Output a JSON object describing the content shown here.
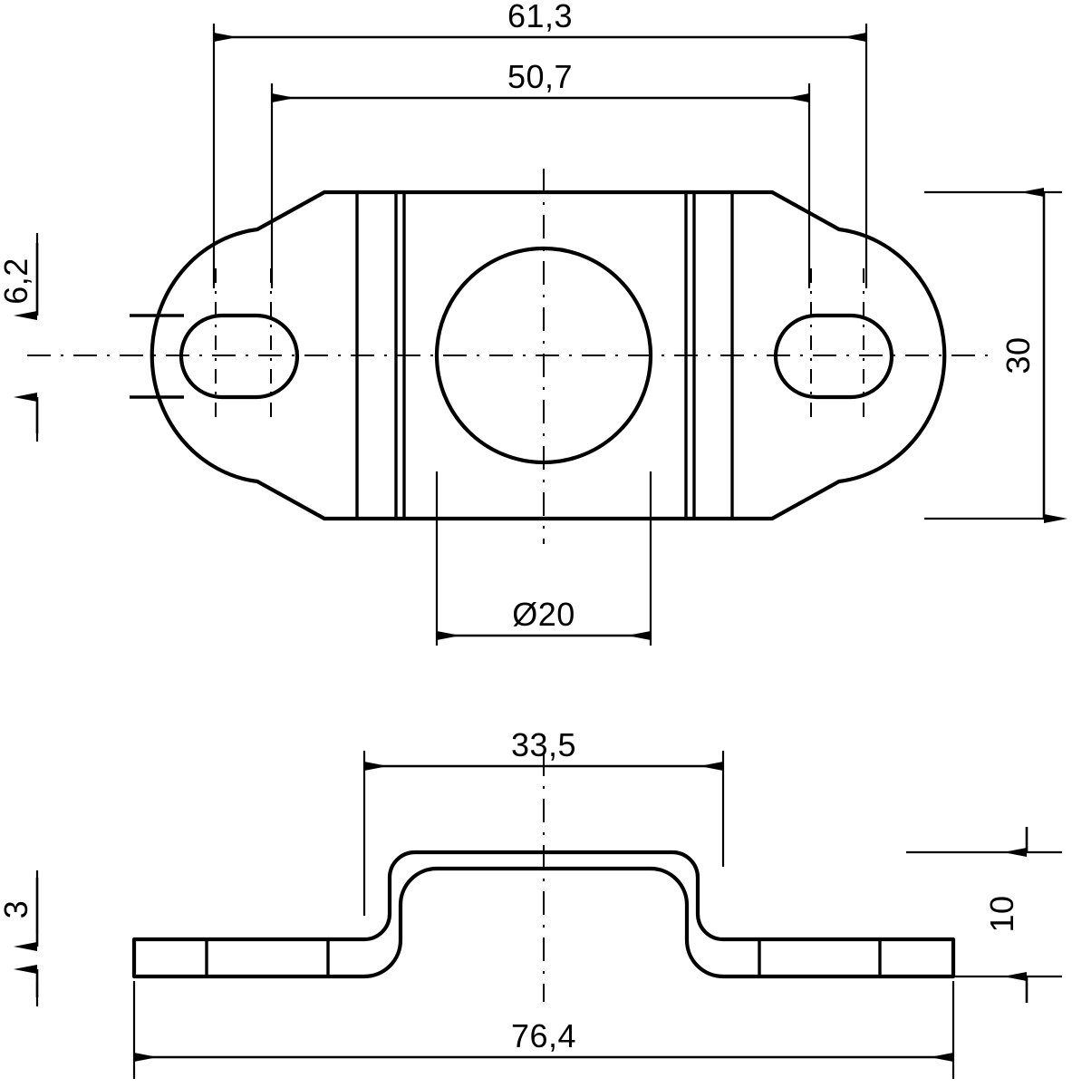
{
  "drawing": {
    "title": "Bracket part — two orthographic views (top view and front/side elevation)",
    "units": "mm",
    "decimal_separator": "comma",
    "line_color": "#000000",
    "background_color": "#ffffff"
  },
  "dimensions": {
    "overall_width_top": "61,3",
    "hole_centers_span": "50,7",
    "slot_height": "6,2",
    "part_height_top": "30",
    "center_bore": "Ø 20",
    "raised_width": "33,5",
    "flange_thickness": "3",
    "overall_height_side": "10",
    "overall_length_side": "76,4"
  },
  "labels": {
    "dim_61_3": "61,3",
    "dim_50_7": "50,7",
    "dim_6_2": "6,2",
    "dim_30": "30",
    "dim_phi20": "Ø20",
    "dim_33_5": "33,5",
    "dim_3": "3",
    "dim_10": "10",
    "dim_76_4": "76,4"
  },
  "views": {
    "top": {
      "name": "top-view",
      "features": [
        "left-oblong-slot",
        "right-oblong-slot",
        "center-through-bore",
        "octagonal-outline",
        "left-rib-pair",
        "right-rib-pair"
      ]
    },
    "side": {
      "name": "side-view",
      "features": [
        "left-flange",
        "right-flange",
        "raised-center-platform",
        "fillet-transitions"
      ]
    }
  },
  "chart_data": {
    "type": "table",
    "title": "Dimension callouts",
    "categories": [
      "61,3",
      "50,7",
      "6,2",
      "30",
      "Ø20",
      "33,5",
      "3",
      "10",
      "76,4"
    ],
    "values": [
      61.3,
      50.7,
      6.2,
      30,
      20,
      33.5,
      3,
      10,
      76.4
    ]
  }
}
